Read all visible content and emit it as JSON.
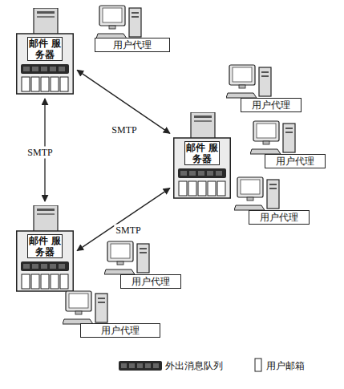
{
  "diagram": {
    "nodes": [
      {
        "text": [
          "邮件 服务器"
        ]
      },
      {
        "text": [
          "用户代理"
        ]
      },
      {
        "text": [
          "用户代理"
        ]
      },
      {
        "text": [
          "邮件 服务器"
        ]
      },
      {
        "text": [
          "用户代理"
        ]
      },
      {
        "text": [
          "用户代理"
        ]
      },
      {
        "text": [
          "邮件 服务器"
        ]
      },
      {
        "text": [
          "用户代理"
        ]
      },
      {
        "text": [
          "用户代理"
        ]
      }
    ],
    "edges": [
      {
        "from": 0,
        "to": 3,
        "arrow": "both",
        "label": "SMTP"
      },
      {
        "from": 0,
        "to": 6,
        "arrow": "both",
        "label": "SMTP"
      },
      {
        "from": 6,
        "to": 3,
        "arrow": "both",
        "label": "SMTP"
      }
    ],
    "legend": [
      {
        "text": "外出消息队列"
      },
      {
        "text": "用户邮箱"
      }
    ]
  }
}
